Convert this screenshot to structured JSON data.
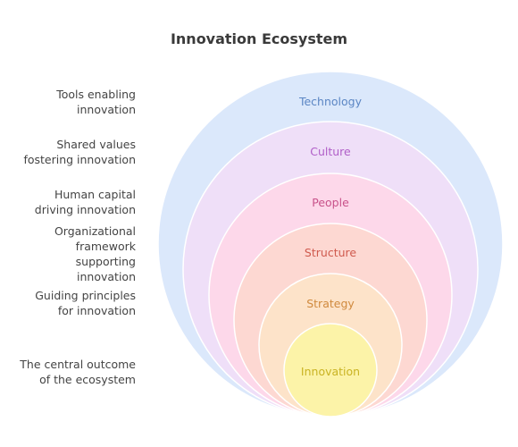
{
  "title": "Innovation Ecosystem",
  "layers": [
    {
      "label": "Technology",
      "description": "Tools enabling\ninnovation",
      "fill": "#dbe8fb",
      "stroke": "#ffffff",
      "text_color": "#5b86c4"
    },
    {
      "label": "Culture",
      "description": "Shared values\nfostering innovation",
      "fill": "#efdff8",
      "stroke": "#ffffff",
      "text_color": "#b05fc8"
    },
    {
      "label": "People",
      "description": "Human capital\ndriving innovation",
      "fill": "#fdd8ea",
      "stroke": "#ffffff",
      "text_color": "#c8528a"
    },
    {
      "label": "Structure",
      "description": "Organizational\nframework\nsupporting\ninnovation",
      "fill": "#fdd8d2",
      "stroke": "#ffffff",
      "text_color": "#cf5a4e"
    },
    {
      "label": "Strategy",
      "description": "Guiding principles\nfor innovation",
      "fill": "#fde3c9",
      "stroke": "#ffffff",
      "text_color": "#d08a3e"
    },
    {
      "label": "Innovation",
      "description": "The central outcome\nof the ecosystem",
      "fill": "#fcf3a8",
      "stroke": "#ffffff",
      "text_color": "#c9b323"
    }
  ]
}
